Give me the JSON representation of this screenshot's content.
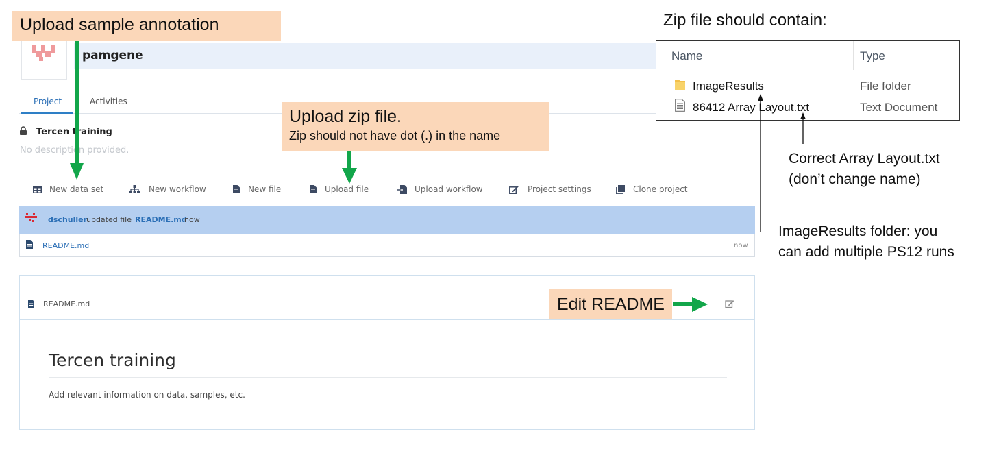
{
  "app": {
    "title": "pamgene",
    "tabs": [
      {
        "label": "Project",
        "active": true
      },
      {
        "label": "Activities",
        "active": false
      }
    ],
    "project": {
      "name": "Tercen training",
      "description": "No description provided."
    },
    "toolbar": {
      "new_data_set": "New data set",
      "new_workflow": "New workflow",
      "new_file": "New file",
      "upload_file": "Upload file",
      "upload_workflow": "Upload workflow",
      "project_settings": "Project settings",
      "clone_project": "Clone project"
    },
    "activity": {
      "user": "dschuller",
      "action": "updated file",
      "file": "README.md",
      "time": "now"
    },
    "files": [
      {
        "name": "README.md",
        "time": "now"
      }
    ],
    "readme": {
      "card_title": "README.md",
      "heading": "Tercen training",
      "paragraph": "Add relevant information on data, samples, etc."
    }
  },
  "annotations": {
    "upload_sample": "Upload sample annotation",
    "upload_zip_title": "Upload zip file.",
    "upload_zip_note": "Zip should not have dot (.) in the name",
    "edit_readme": "Edit README",
    "zip_heading": "Zip file should contain:",
    "zip_table": {
      "col_name": "Name",
      "col_type": "Type",
      "rows": [
        {
          "name": "ImageResults",
          "type": "File folder",
          "icon": "folder-icon"
        },
        {
          "name": "86412 Array Layout.txt",
          "type": "Text Document",
          "icon": "text-file-icon"
        }
      ]
    },
    "note_layout_1": "Correct Array Layout.txt",
    "note_layout_2": "(don’t change name)",
    "note_images_1": "ImageResults folder: you",
    "note_images_2": "can add multiple PS12 runs"
  },
  "colors": {
    "accent": "#2b6fb6",
    "highlight_row": "#b5cff0",
    "callout": "#fbd7b9",
    "arrow": "#12a64a",
    "logo": "#e9898b"
  }
}
